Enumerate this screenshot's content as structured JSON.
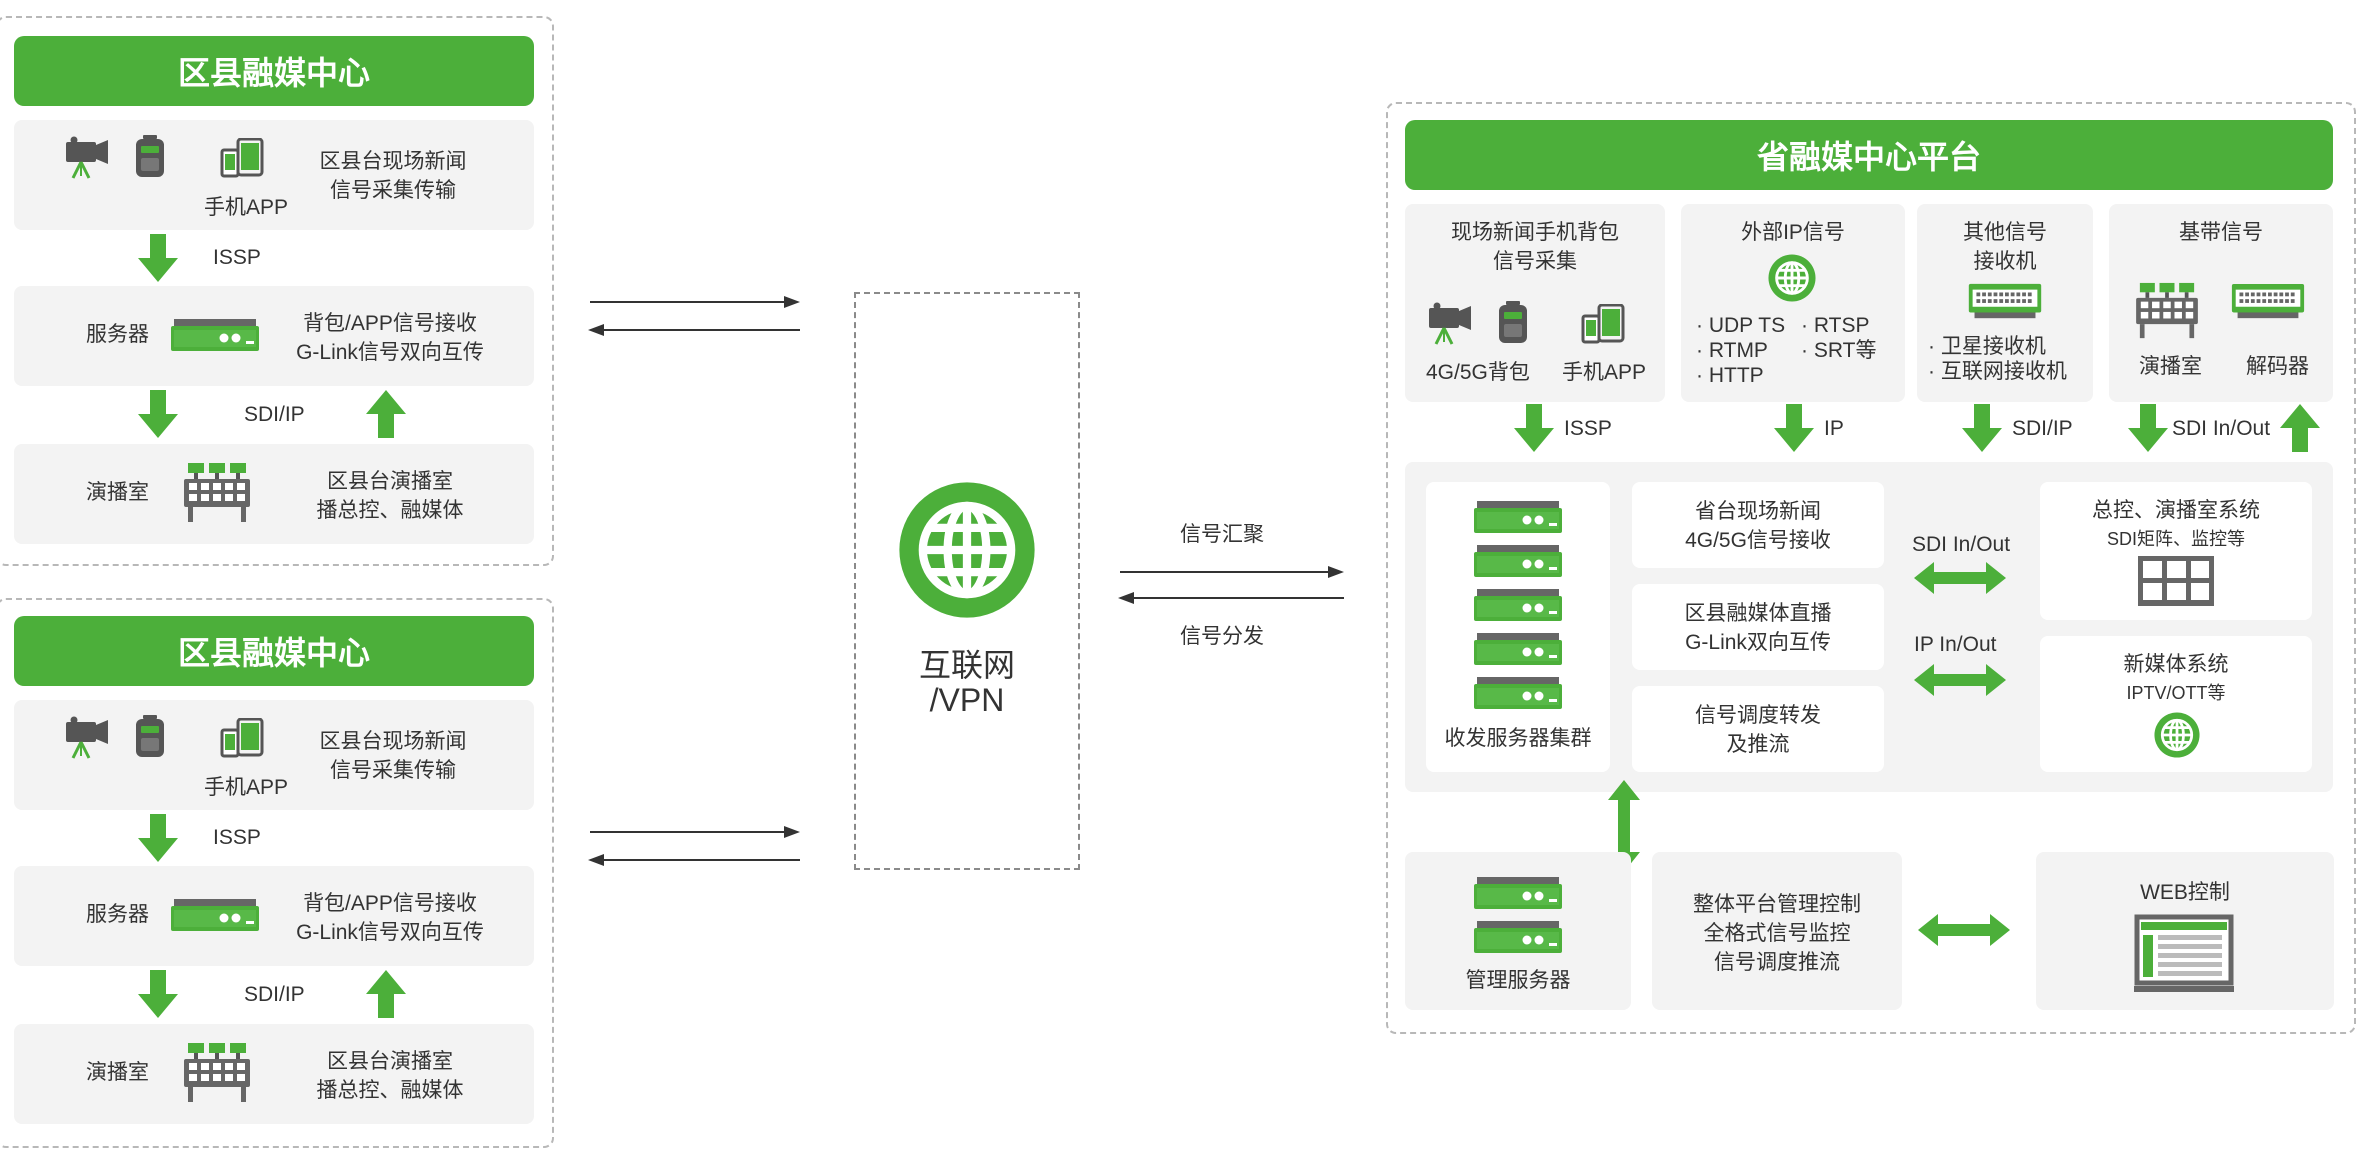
{
  "colors": {
    "green": "#4caf3a",
    "panel": "#f3f3f3",
    "card": "#ffffff",
    "text": "#333333",
    "dark_gray": "#555555"
  },
  "district_blocks": [
    {
      "header": "区县融媒中心",
      "row1": {
        "phone_label": "手机APP",
        "desc_line1": "区县台现场新闻",
        "desc_line2": "信号采集传输"
      },
      "arrow1_label": "ISSP",
      "row2": {
        "label": "服务器",
        "desc_line1": "背包/APP信号接收",
        "desc_line2": "G-Link信号双向互传"
      },
      "arrow2_label": "SDI/IP",
      "row3": {
        "label": "演播室",
        "desc_line1": "区县台演播室",
        "desc_line2": "播总控、融媒体"
      }
    },
    {
      "header": "区县融媒中心",
      "row1": {
        "phone_label": "手机APP",
        "desc_line1": "区县台现场新闻",
        "desc_line2": "信号采集传输"
      },
      "arrow1_label": "ISSP",
      "row2": {
        "label": "服务器",
        "desc_line1": "背包/APP信号接收",
        "desc_line2": "G-Link信号双向互传"
      },
      "arrow2_label": "SDI/IP",
      "row3": {
        "label": "演播室",
        "desc_line1": "区县台演播室",
        "desc_line2": "播总控、融媒体"
      }
    }
  ],
  "network": {
    "line1": "互联网",
    "line2": "/VPN"
  },
  "links": {
    "aggregate": "信号汇聚",
    "distribute": "信号分发"
  },
  "province": {
    "header": "省融媒中心平台",
    "sources": {
      "s1": {
        "title_line1": "现场新闻手机背包",
        "title_line2": "信号采集",
        "label_a": "4G/5G背包",
        "label_b": "手机APP",
        "arrow": "ISSP"
      },
      "s2": {
        "title": "外部IP信号",
        "items": [
          "· UDP TS",
          "· RTSP",
          "· RTMP",
          "· SRT等",
          "· HTTP"
        ],
        "arrow": "IP"
      },
      "s3": {
        "title_line1": "其他信号",
        "title_line2": "接收机",
        "items": [
          "· 卫星接收机",
          "· 互联网接收机"
        ],
        "arrow": "SDI/IP"
      },
      "s4": {
        "title": "基带信号",
        "label_a": "演播室",
        "label_b": "解码器",
        "arrow": "SDI In/Out"
      }
    },
    "core": {
      "cluster_label": "收发服务器集群",
      "f1": {
        "line1": "省台现场新闻",
        "line2": "4G/5G信号接收"
      },
      "f2": {
        "line1": "区县融媒体直播",
        "line2": "G-Link双向互传"
      },
      "f3": {
        "line1": "信号调度转发",
        "line2": "及推流"
      },
      "link1": "SDI In/Out",
      "link2": "IP In/Out",
      "sys1": {
        "title": "总控、演播室系统",
        "sub": "SDI矩阵、监控等"
      },
      "sys2": {
        "title": "新媒体系统",
        "sub": "IPTV/OTT等"
      }
    },
    "mgmt": {
      "server_label": "管理服务器",
      "line1": "整体平台管理控制",
      "line2": "全格式信号监控",
      "line3": "信号调度推流",
      "web": "WEB控制"
    }
  }
}
